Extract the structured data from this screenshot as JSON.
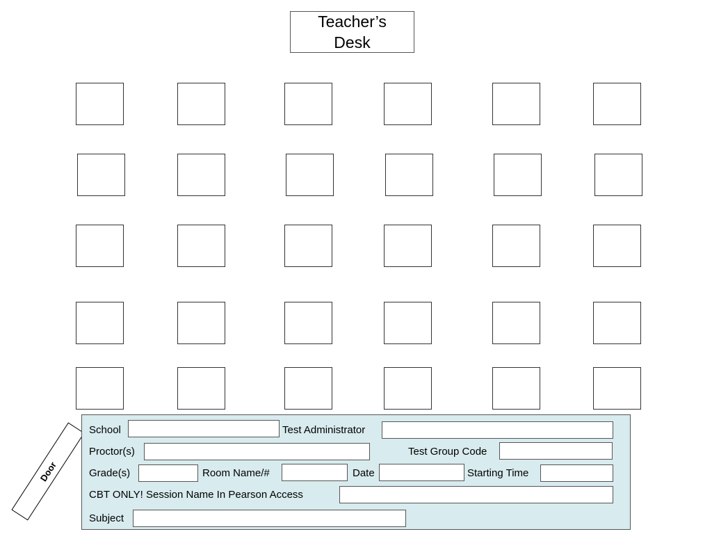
{
  "teacher_desk": {
    "label": "Teacher’s Desk"
  },
  "door": {
    "label": "Door"
  },
  "seating": {
    "rows": 5,
    "columns": 6
  },
  "form": {
    "school": {
      "label": "School",
      "value": ""
    },
    "test_administrator": {
      "label": "Test  Administrator",
      "value": ""
    },
    "proctors": {
      "label": "Proctor(s)",
      "value": ""
    },
    "test_group_code": {
      "label": "Test Group Code",
      "value": ""
    },
    "grades": {
      "label": "Grade(s)",
      "value": ""
    },
    "room": {
      "label": "Room Name/#",
      "value": ""
    },
    "date": {
      "label": "Date",
      "value": ""
    },
    "starting_time": {
      "label": "Starting Time",
      "value": ""
    },
    "cbt_session": {
      "label": "CBT ONLY!  Session Name In Pearson Access",
      "value": ""
    },
    "subject": {
      "label": "Subject",
      "value": ""
    }
  },
  "colors": {
    "panel_background": "#d8ebee",
    "border": "#555555"
  }
}
